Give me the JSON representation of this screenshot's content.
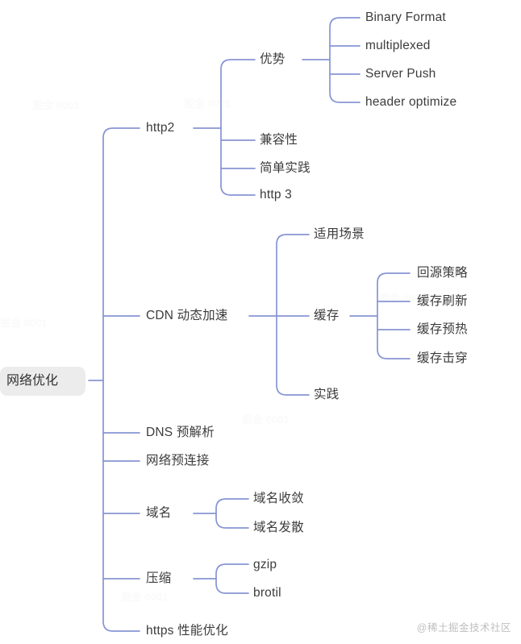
{
  "diagram": {
    "type": "mindmap",
    "title": "网络优化",
    "root": {
      "label": "网络优化",
      "bg_color": "#ececec",
      "text_color": "#323232"
    },
    "line_color": "#8795d4",
    "text_color": "#3c3c3c",
    "background": "#ffffff",
    "branches": [
      {
        "label": "http2",
        "children": [
          {
            "label": "优势",
            "children": [
              {
                "label": "Binary Format"
              },
              {
                "label": "multiplexed"
              },
              {
                "label": "Server Push"
              },
              {
                "label": "header optimize"
              }
            ]
          },
          {
            "label": "兼容性"
          },
          {
            "label": "简单实践"
          },
          {
            "label": "http 3"
          }
        ]
      },
      {
        "label": "CDN 动态加速",
        "children": [
          {
            "label": "适用场景"
          },
          {
            "label": "缓存",
            "children": [
              {
                "label": "回源策略"
              },
              {
                "label": "缓存刷新"
              },
              {
                "label": "缓存预热"
              },
              {
                "label": "缓存击穿"
              }
            ]
          },
          {
            "label": "实践"
          }
        ]
      },
      {
        "label": "DNS 预解析"
      },
      {
        "label": "网络预连接"
      },
      {
        "label": "域名",
        "children": [
          {
            "label": "域名收敛"
          },
          {
            "label": "域名发散"
          }
        ]
      },
      {
        "label": "压缩",
        "children": [
          {
            "label": "gzip"
          },
          {
            "label": "brotil"
          }
        ]
      },
      {
        "label": "https 性能优化"
      }
    ]
  },
  "watermark": {
    "brand": "@稀土掘金技术社区",
    "faint": [
      "掘金 0001",
      "掘金 0001",
      "掘金 0001",
      "掘金 0001",
      "掘金 0001",
      "掘金 0001"
    ]
  },
  "labels": {
    "l1_http2": "http2",
    "l1_cdn": "CDN 动态加速",
    "l1_dns": "DNS 预解析",
    "l1_preconnect": "网络预连接",
    "l1_domain": "域名",
    "l1_compress": "压缩",
    "l1_https": "https 性能优化",
    "l2_advantage": "优势",
    "l2_compat": "兼容性",
    "l2_simple": "简单实践",
    "l2_http3": "http 3",
    "l2_scenario": "适用场景",
    "l2_cache": "缓存",
    "l2_practice": "实践",
    "l2_converge": "域名收敛",
    "l2_diverge": "域名发散",
    "l2_gzip": "gzip",
    "l2_brotil": "brotil",
    "l3_binary": "Binary Format",
    "l3_multiplexed": "multiplexed",
    "l3_serverpush": "Server Push",
    "l3_headeropt": "header optimize",
    "l3_origin": "回源策略",
    "l3_refresh": "缓存刷新",
    "l3_warm": "缓存预热",
    "l3_penetrate": "缓存击穿"
  }
}
